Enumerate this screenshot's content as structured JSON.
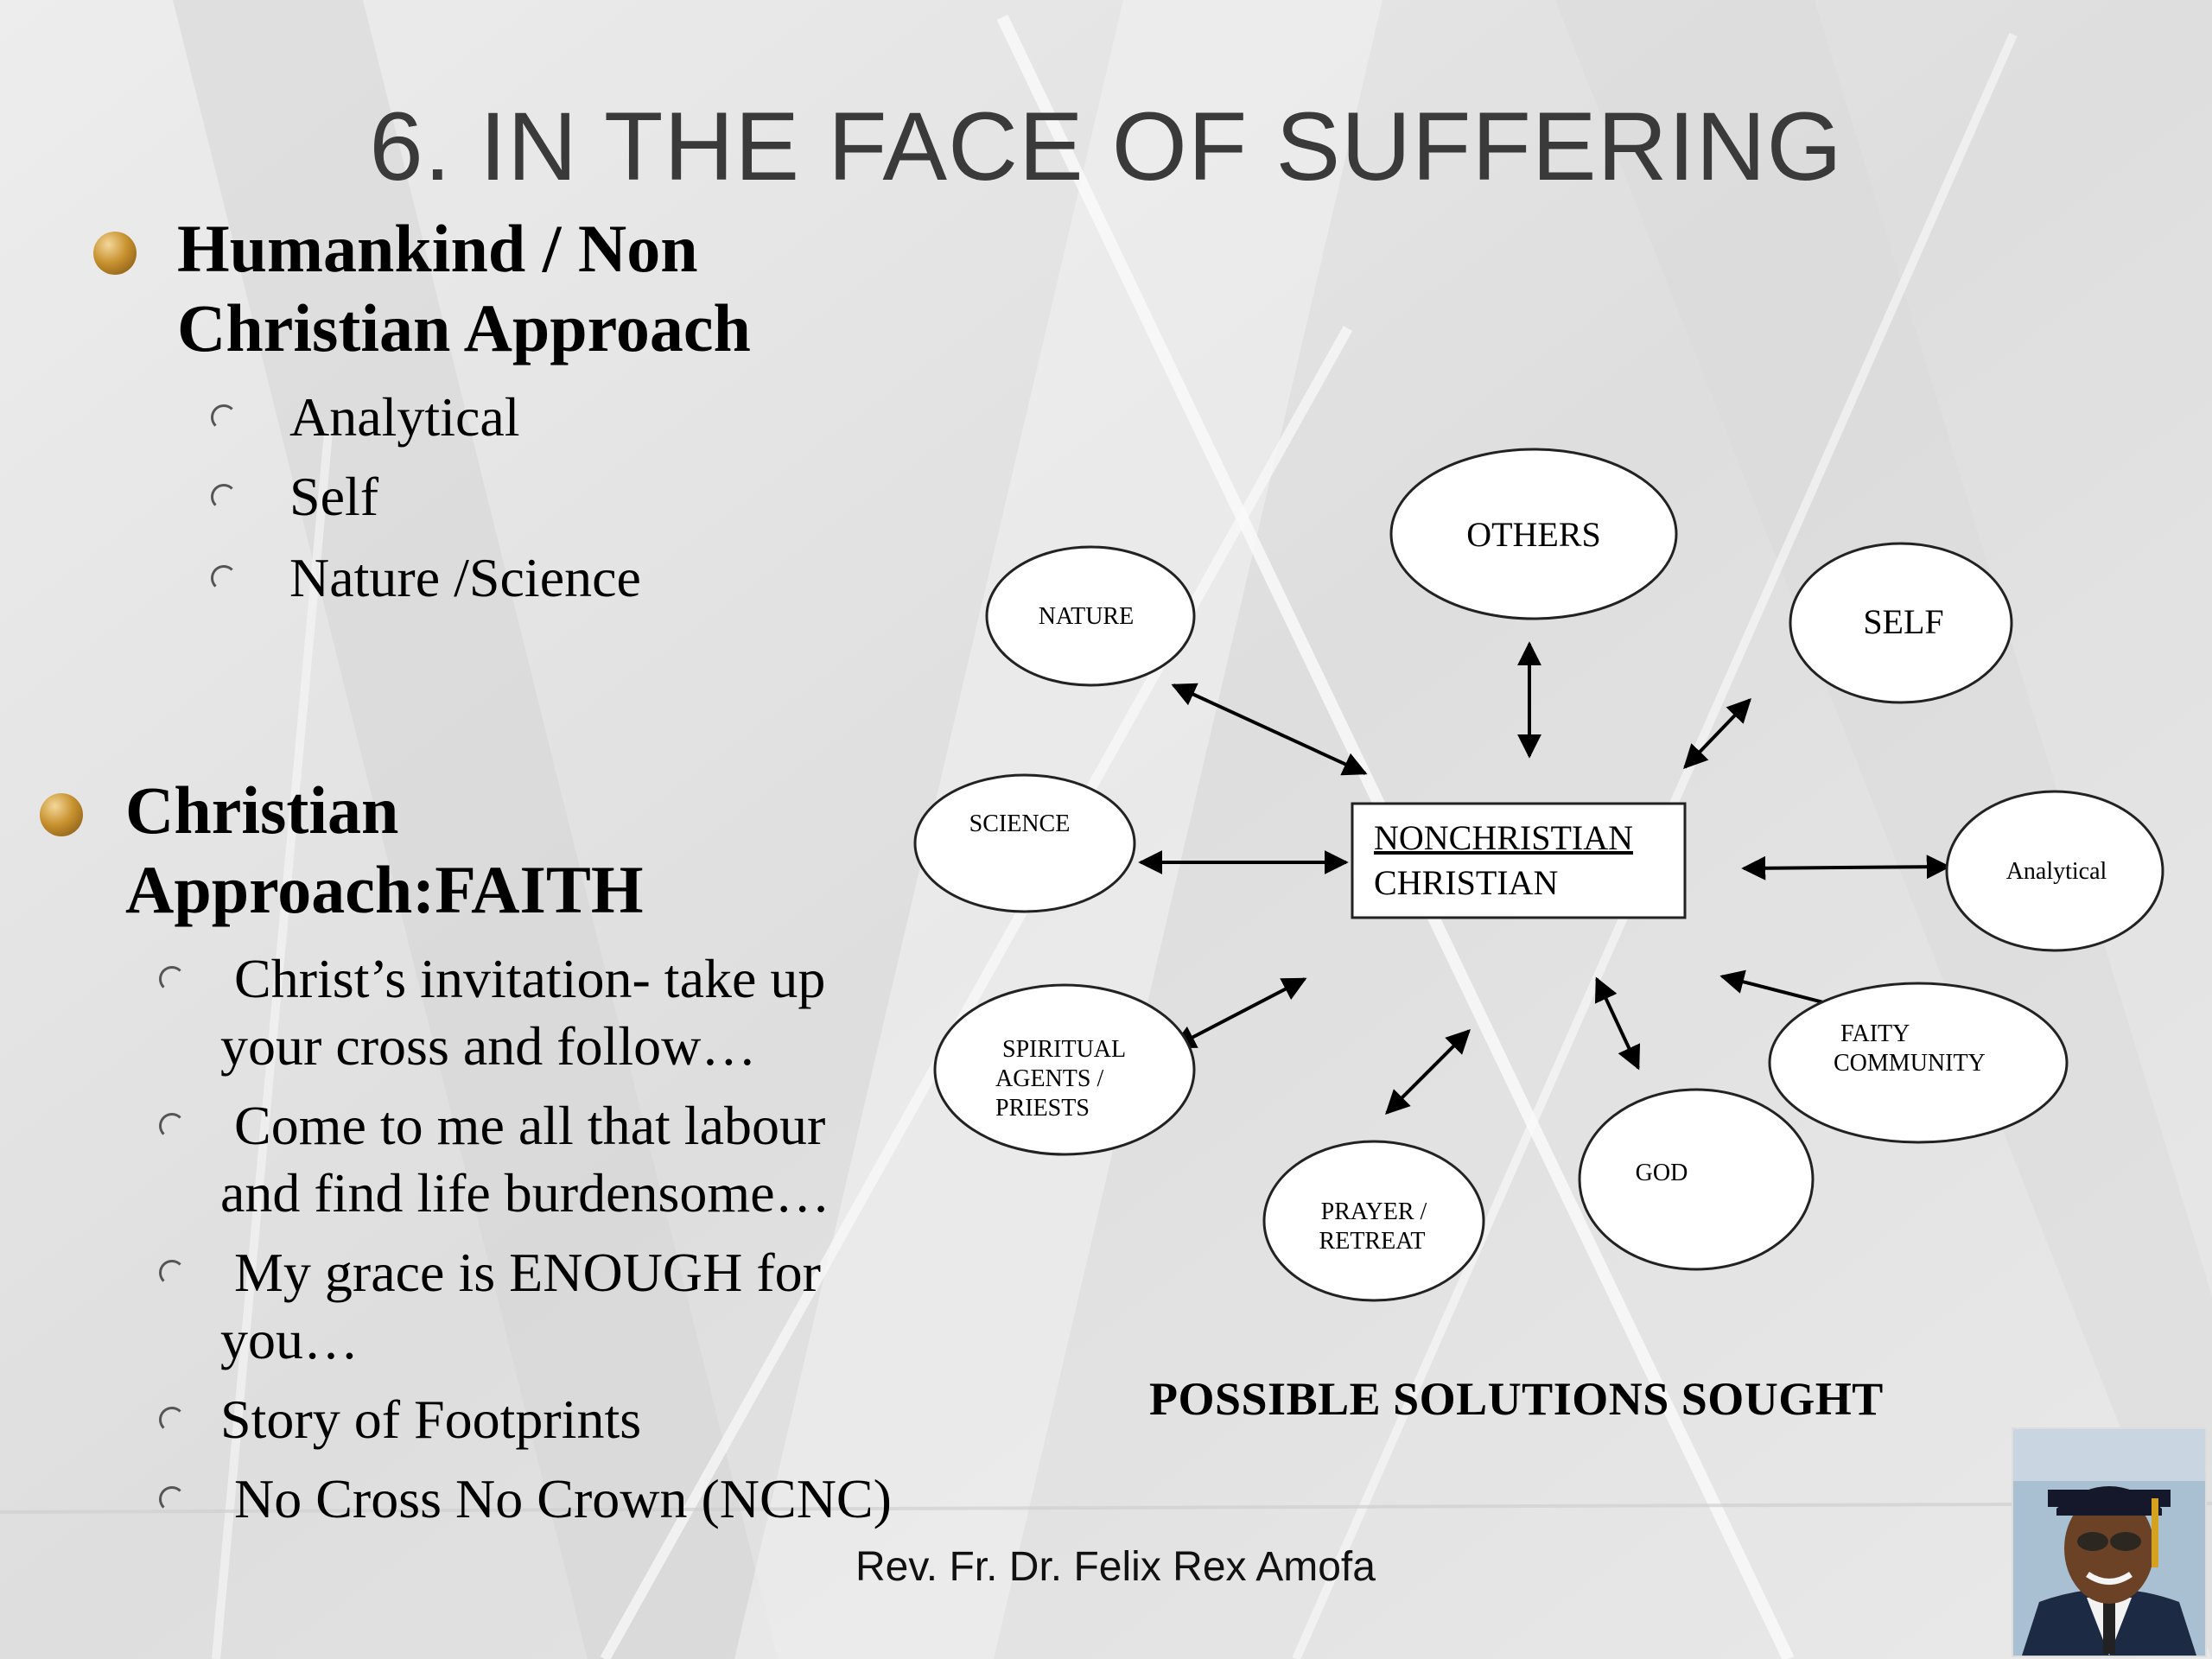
{
  "slide": {
    "title": "6. IN THE FACE OF SUFFERING",
    "section1": {
      "heading_line1": "Humankind / Non",
      "heading_line2": "Christian Approach",
      "items": [
        "Analytical",
        "Self",
        "Nature /Science"
      ]
    },
    "section2": {
      "heading_line1": "Christian",
      "heading_line2": "Approach:FAITH",
      "items": [
        {
          "line1": " Christ’s invitation- take up",
          "line2": "your cross and follow…"
        },
        {
          "line1": " Come to me all that labour",
          "line2": "and find life burdensome…"
        },
        {
          "line1": " My grace is ENOUGH for",
          "line2": "you…"
        },
        {
          "line1": "Story of Footprints",
          "line2": ""
        },
        {
          "line1": " No Cross No Crown (NCNC)",
          "line2": ""
        }
      ]
    },
    "diagram": {
      "center": {
        "line1": "NONCHRISTIAN",
        "line2": "CHRISTIAN"
      },
      "nodes": {
        "others": "OTHERS",
        "nature": "NATURE",
        "self": "SELF",
        "science": "SCIENCE",
        "analytical": "Analytical",
        "spiritual_1": "SPIRITUAL",
        "spiritual_2": "AGENTS /",
        "spiritual_3": "PRIESTS",
        "faity_1": "FAITY",
        "faity_2": "COMMUNITY",
        "god": "GOD",
        "prayer_1": "PRAYER /",
        "prayer_2": "RETREAT"
      },
      "caption": "POSSIBLE SOLUTIONS SOUGHT"
    },
    "footer": "Rev. Fr. Dr. Felix Rex Amofa"
  }
}
